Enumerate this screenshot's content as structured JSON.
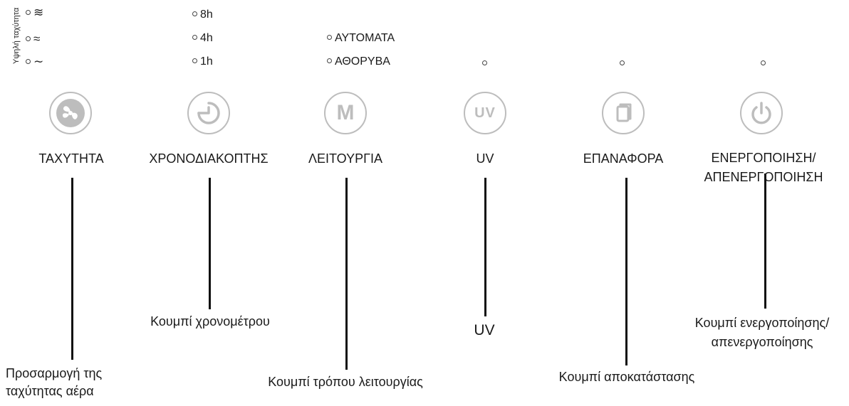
{
  "speed_side_label": "Υψηλή ταχύτητα",
  "speed_levels": [
    {
      "glyph": "≋",
      "icon": "high-speed-icon"
    },
    {
      "glyph": "≈",
      "icon": "medium-speed-icon"
    },
    {
      "glyph": "∼",
      "icon": "low-speed-icon"
    }
  ],
  "timer_levels": [
    "8h",
    "4h",
    "1h"
  ],
  "mode_levels": [
    "ΑΥΤΟΜΑΤΑ",
    "ΑΘΟΡΥΒΑ"
  ],
  "buttons": [
    {
      "icon": "fan-icon",
      "label": "ΤΑΧΥΤΗΤΑ",
      "caption": "Προσαρμογή της\nταχύτητας αέρα"
    },
    {
      "icon": "timer-icon",
      "label": "ΧΡΟΝΟΔΙΑΚΟΠΤΗΣ",
      "caption": "Κουμπί χρονομέτρου"
    },
    {
      "icon": "mode-icon",
      "label": "ΛΕΙΤΟΥΡΓΙΑ",
      "caption": "Κουμπί τρόπου λειτουργίας",
      "glyph": "M"
    },
    {
      "icon": "uv-icon",
      "label": "UV",
      "caption": "UV",
      "glyph": "UV"
    },
    {
      "icon": "reset-icon",
      "label": "ΕΠΑΝΑΦΟΡΑ",
      "caption": "Κουμπί αποκατάστασης"
    },
    {
      "icon": "power-icon",
      "label": "ΕΝΕΡΓΟΠΟΙΗΣΗ/\nΑΠΕΝΕΡΓΟΠΟΙΗΣΗ",
      "caption": "Κουμπί ενεργοποίησης/\nαπενεργοποίησης"
    }
  ],
  "colors": {
    "button_ring": "#bdbdbd",
    "line": "#111111",
    "text": "#1a1a1a"
  }
}
